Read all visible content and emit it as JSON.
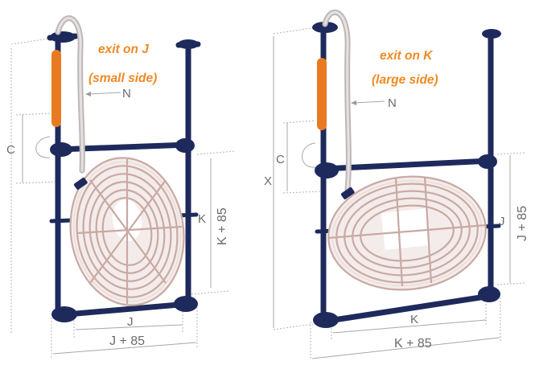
{
  "left_diagram": {
    "heading_line1": "exit on J",
    "heading_line2": "(small side)",
    "label_n": "N",
    "label_c": "C",
    "label_k": "K",
    "label_k85": "K + 85",
    "label_j": "J",
    "label_j85": "J + 85"
  },
  "right_diagram": {
    "heading_line1": "exit on K",
    "heading_line2": "(large side)",
    "label_n": "N",
    "label_x": "X",
    "label_c": "C",
    "label_j": "J",
    "label_j85": "J + 85",
    "label_k": "K",
    "label_k85": "K + 85"
  },
  "colors": {
    "frame": "#1e2a5c",
    "accent_text": "#f08a24",
    "coil": "#c9a9a3",
    "dimension": "#a7a7a7"
  }
}
